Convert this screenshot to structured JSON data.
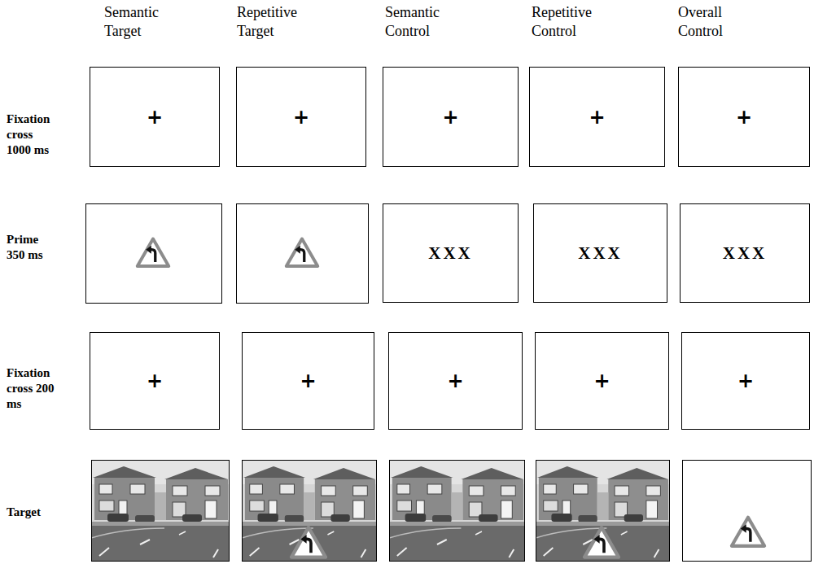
{
  "diagram": {
    "nodes": [
      {
        "text": [
          "+"
        ]
      },
      {
        "text": [
          "+"
        ]
      },
      {
        "text": [
          "+"
        ]
      },
      {
        "text": [
          "+"
        ]
      },
      {
        "text": [
          "+"
        ]
      },
      {
        "text": [
          "XXX"
        ]
      },
      {
        "text": [
          "XXX"
        ]
      },
      {
        "text": [
          "XXX"
        ]
      },
      {
        "text": [
          "+"
        ]
      },
      {
        "text": [
          "+"
        ]
      },
      {
        "text": [
          "+"
        ]
      },
      {
        "text": [
          "+"
        ]
      },
      {
        "text": [
          "+"
        ]
      }
    ],
    "labels": [
      "Semantic Target",
      "Repetitive Target",
      "Semantic Control",
      "Repetitive Control",
      "Overall Control",
      "Fixation cross 1000 ms",
      "Prime 350 ms",
      "Fixation cross 200 ms",
      "Target"
    ]
  }
}
